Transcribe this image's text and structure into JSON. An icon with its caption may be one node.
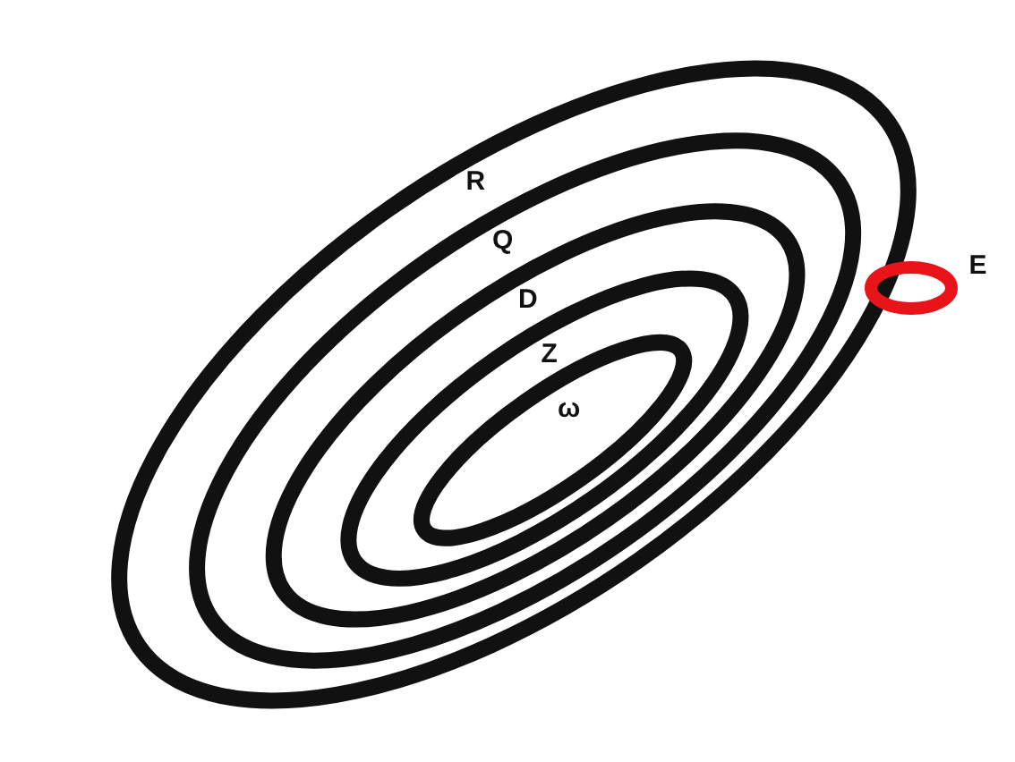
{
  "diagram": {
    "nodes": [
      {
        "text": [
          "R"
        ]
      },
      {
        "text": [
          "Q"
        ],
        "in": 0
      },
      {
        "text": [
          "D"
        ],
        "in": 1
      },
      {
        "text": [
          "Z"
        ],
        "in": 2
      },
      {
        "text": [
          "ω"
        ],
        "in": 3
      },
      {
        "text": [
          "E"
        ]
      }
    ]
  }
}
